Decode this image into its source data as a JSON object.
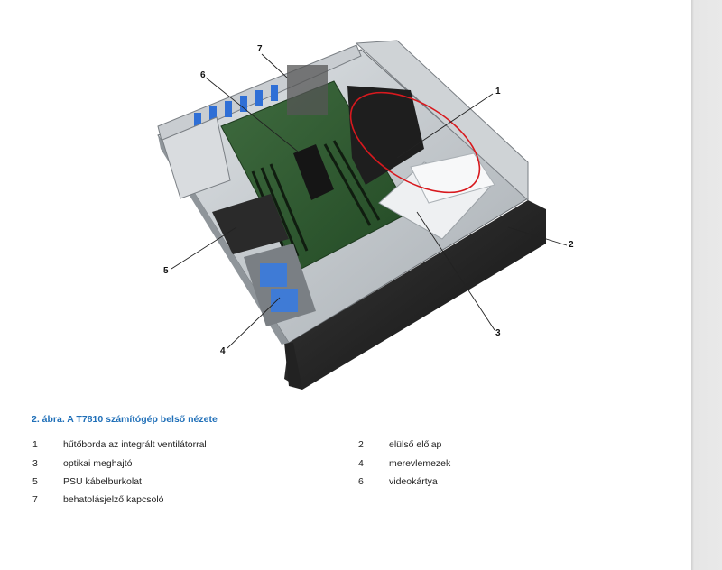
{
  "figure": {
    "callouts": [
      "1",
      "2",
      "3",
      "4",
      "5",
      "6",
      "7"
    ],
    "caption": "2. ábra. A T7810 számítógép belső nézete"
  },
  "legend": [
    {
      "number": "1",
      "label": "hűtőborda az integrált ventilátorral"
    },
    {
      "number": "2",
      "label": "elülső előlap"
    },
    {
      "number": "3",
      "label": "optikai meghajtó"
    },
    {
      "number": "4",
      "label": "merevlemezek"
    },
    {
      "number": "5",
      "label": "PSU kábelburkolat"
    },
    {
      "number": "6",
      "label": "videokártya"
    },
    {
      "number": "7",
      "label": "behatolásjelző kapcsoló"
    }
  ],
  "colors": {
    "caption": "#1f6fb8",
    "highlight_ellipse": "#d8191e"
  }
}
